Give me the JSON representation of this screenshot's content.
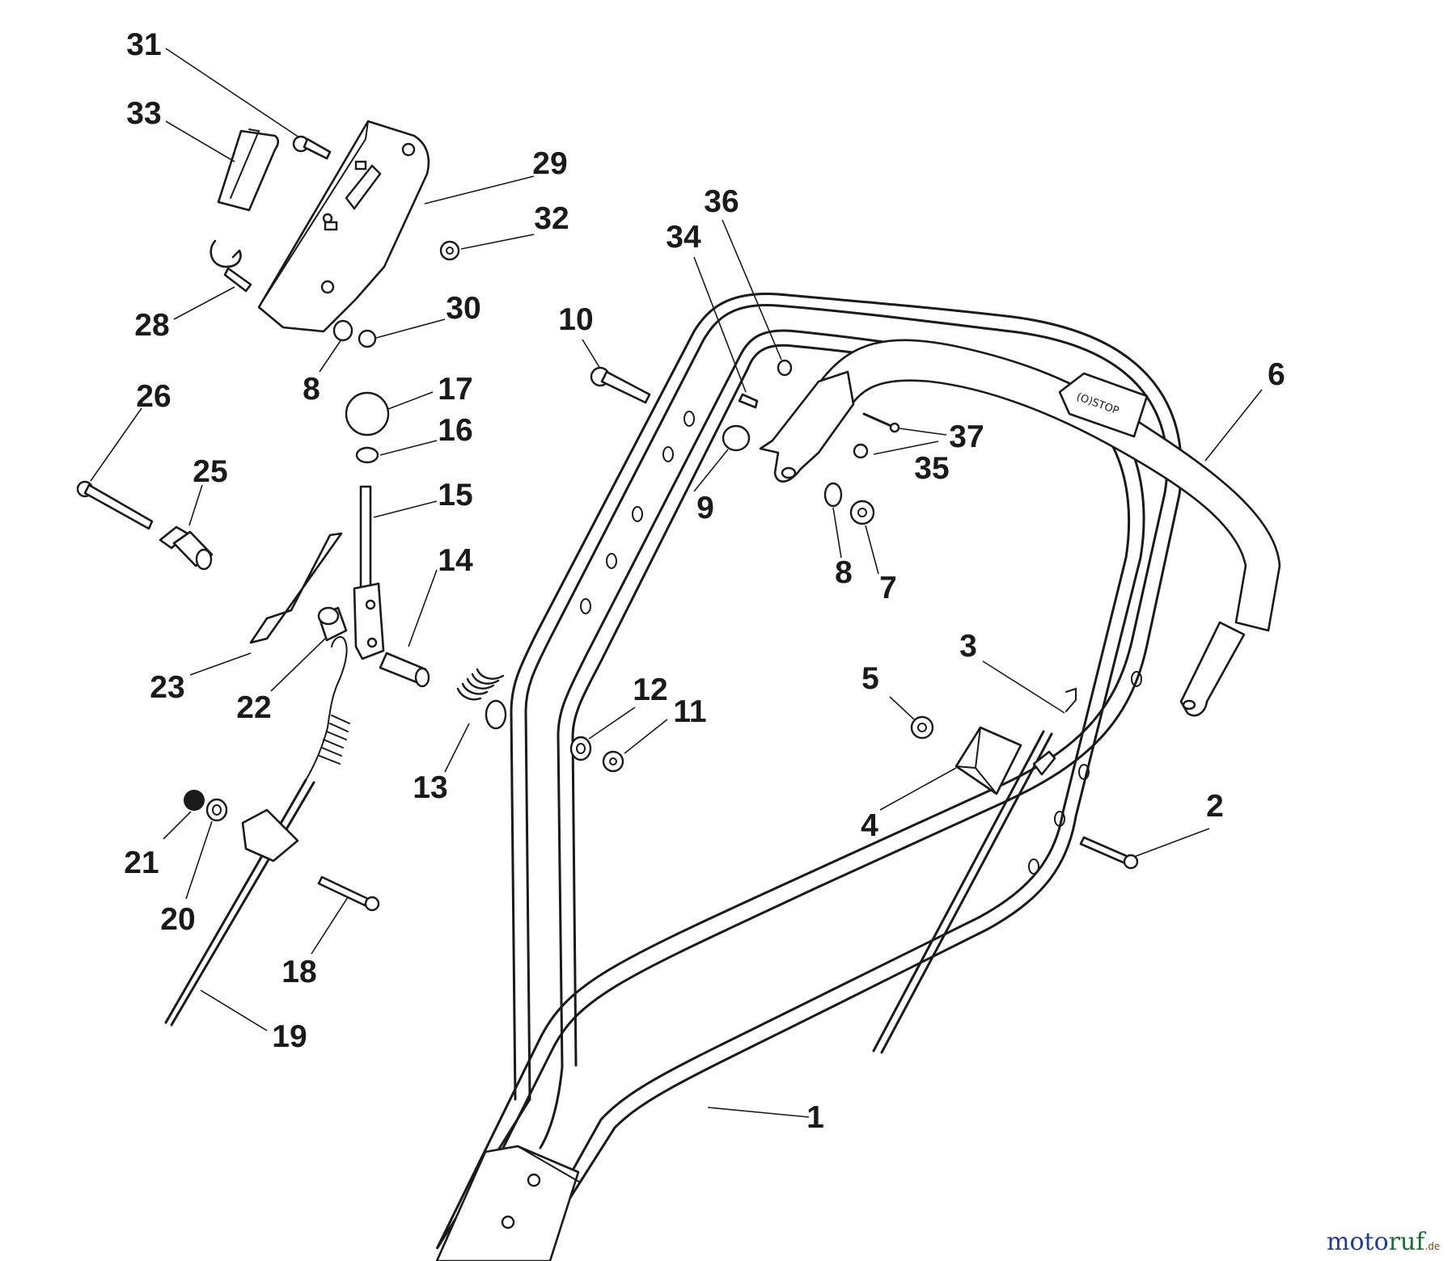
{
  "diagram": {
    "callouts": [
      {
        "id": "p1",
        "label": "1"
      },
      {
        "id": "p2",
        "label": "2"
      },
      {
        "id": "p3",
        "label": "3"
      },
      {
        "id": "p4",
        "label": "4"
      },
      {
        "id": "p5",
        "label": "5"
      },
      {
        "id": "p6",
        "label": "6"
      },
      {
        "id": "p7",
        "label": "7"
      },
      {
        "id": "p8a",
        "label": "8"
      },
      {
        "id": "p8b",
        "label": "8"
      },
      {
        "id": "p9",
        "label": "9"
      },
      {
        "id": "p10",
        "label": "10"
      },
      {
        "id": "p11",
        "label": "11"
      },
      {
        "id": "p12",
        "label": "12"
      },
      {
        "id": "p13",
        "label": "13"
      },
      {
        "id": "p14",
        "label": "14"
      },
      {
        "id": "p15",
        "label": "15"
      },
      {
        "id": "p16",
        "label": "16"
      },
      {
        "id": "p17",
        "label": "17"
      },
      {
        "id": "p18",
        "label": "18"
      },
      {
        "id": "p19",
        "label": "19"
      },
      {
        "id": "p20",
        "label": "20"
      },
      {
        "id": "p21",
        "label": "21"
      },
      {
        "id": "p22",
        "label": "22"
      },
      {
        "id": "p23",
        "label": "23"
      },
      {
        "id": "p25",
        "label": "25"
      },
      {
        "id": "p26",
        "label": "26"
      },
      {
        "id": "p28",
        "label": "28"
      },
      {
        "id": "p29",
        "label": "29"
      },
      {
        "id": "p30",
        "label": "30"
      },
      {
        "id": "p31",
        "label": "31"
      },
      {
        "id": "p32",
        "label": "32"
      },
      {
        "id": "p33",
        "label": "33"
      },
      {
        "id": "p34",
        "label": "34"
      },
      {
        "id": "p35",
        "label": "35"
      },
      {
        "id": "p36",
        "label": "36"
      },
      {
        "id": "p37",
        "label": "37"
      }
    ],
    "handle_grip_marking": "(O)STOP"
  },
  "watermark": {
    "name_part1": "moto",
    "name_part2": "ruf",
    "suffix": ".de",
    "colors": {
      "part1": "#1f3d8a",
      "part2": "#1f6b3a",
      "suffix": "#7a4a12"
    }
  }
}
